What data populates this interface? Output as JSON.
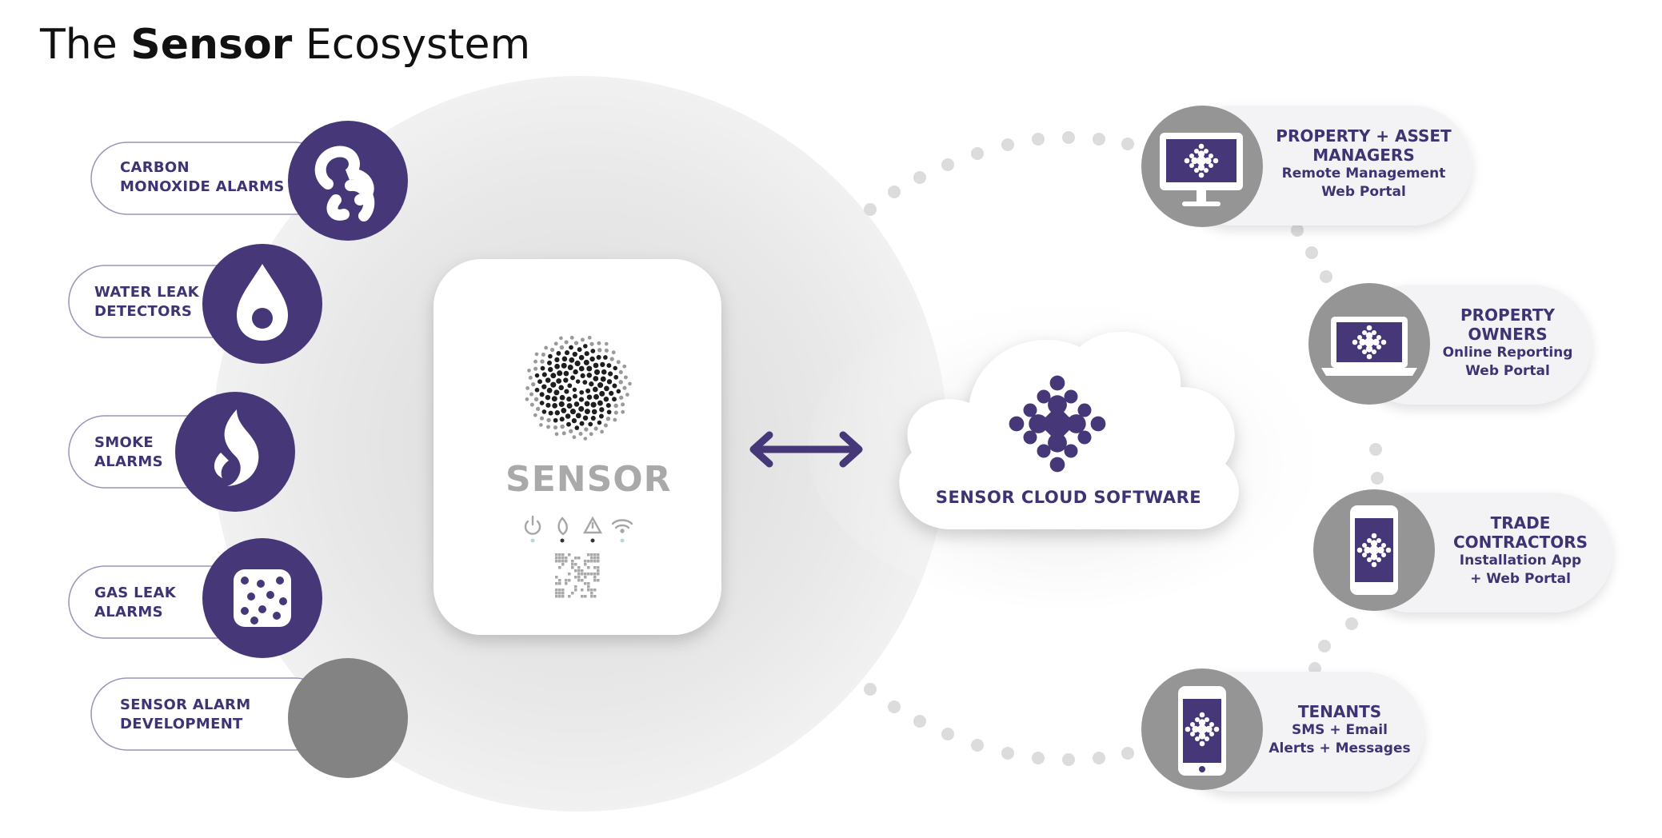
{
  "title": {
    "prefix": "The",
    "bold": "Sensor",
    "suffix": "Ecosystem"
  },
  "alarms": [
    {
      "line1": "CARBON",
      "line2": "MONOXIDE ALARMS",
      "icon": "carbon-monoxide-icon"
    },
    {
      "line1": "WATER LEAK",
      "line2": "DETECTORS",
      "icon": "water-drop-icon"
    },
    {
      "line1": "SMOKE",
      "line2": "ALARMS",
      "icon": "flame-icon"
    },
    {
      "line1": "GAS LEAK",
      "line2": "ALARMS",
      "icon": "gas-dots-icon"
    },
    {
      "line1": "SENSOR ALARM",
      "line2": "DEVELOPMENT",
      "icon": ""
    }
  ],
  "device": {
    "brand": "SENSOR",
    "indicators": [
      "power-icon",
      "flame-icon",
      "warning-icon",
      "wifi-icon"
    ]
  },
  "cloud": {
    "label": "SENSOR CLOUD SOFTWARE"
  },
  "users": [
    {
      "heading1": "PROPERTY + ASSET",
      "heading2": "MANAGERS",
      "sub1": "Remote Management",
      "sub2": "Web Portal",
      "icon": "desktop-monitor-icon"
    },
    {
      "heading1": "PROPERTY",
      "heading2": "OWNERS",
      "sub1": "Online Reporting",
      "sub2": "Web Portal",
      "icon": "laptop-icon"
    },
    {
      "heading1": "TRADE",
      "heading2": "CONTRACTORS",
      "sub1": "Installation App",
      "sub2": "+ Web Portal",
      "icon": "phone-icon"
    },
    {
      "heading1": "TENANTS",
      "heading2": "",
      "sub1": "SMS + Email",
      "sub2": "Alerts + Messages",
      "icon": "phone-icon"
    }
  ],
  "colors": {
    "purple": "#463778",
    "grey_circle": "#838383",
    "halo": "#e9e9e9",
    "card_bg": "#f3f3f6",
    "dot": "#dcdcdc"
  }
}
